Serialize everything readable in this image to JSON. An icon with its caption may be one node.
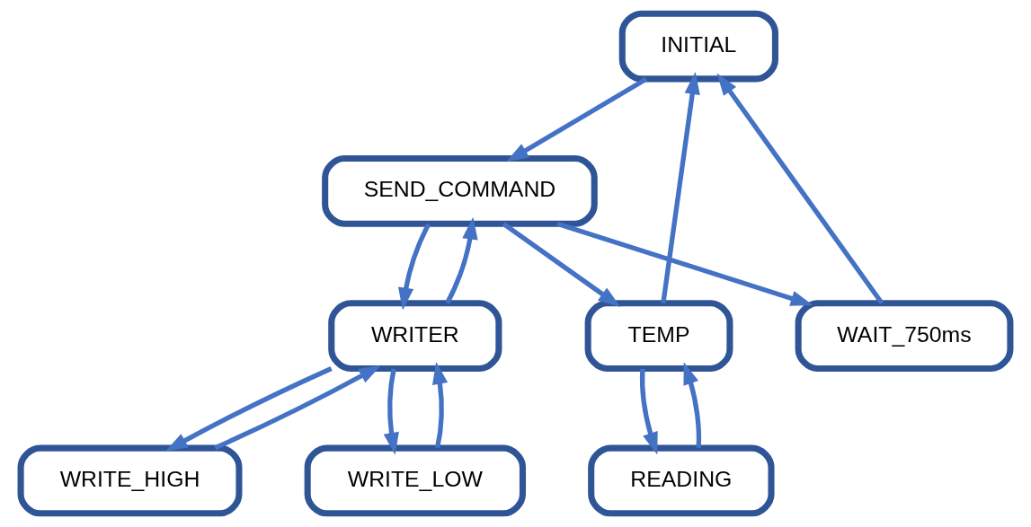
{
  "diagram": {
    "nodes": [
      {
        "text": [
          "INITIAL"
        ]
      },
      {
        "text": [
          "SEND_COMMAND"
        ]
      },
      {
        "text": [
          "WRITER"
        ]
      },
      {
        "text": [
          "TEMP"
        ]
      },
      {
        "text": [
          "WAIT_750ms"
        ]
      },
      {
        "text": [
          "WRITE_LOW"
        ]
      },
      {
        "text": [
          "WRITE_HIGH"
        ]
      },
      {
        "text": [
          "READING"
        ]
      }
    ],
    "edges": [
      {
        "from": 0,
        "to": 1,
        "arrow": "to"
      },
      {
        "from": 1,
        "to": 2,
        "arrow": "to"
      },
      {
        "from": 1,
        "to": 3,
        "arrow": "to"
      },
      {
        "from": 1,
        "to": 4,
        "arrow": "to"
      },
      {
        "from": 2,
        "to": 1,
        "arrow": "to"
      },
      {
        "from": 3,
        "to": 0,
        "arrow": "to"
      },
      {
        "from": 4,
        "to": 0,
        "arrow": "to"
      },
      {
        "from": 2,
        "to": 5,
        "arrow": "to"
      },
      {
        "from": 2,
        "to": 6,
        "arrow": "to"
      },
      {
        "from": 5,
        "to": 2,
        "arrow": "to"
      },
      {
        "from": 6,
        "to": 2,
        "arrow": "to"
      },
      {
        "from": 3,
        "to": 7,
        "arrow": "to"
      },
      {
        "from": 7,
        "to": 3,
        "arrow": "to"
      }
    ]
  }
}
